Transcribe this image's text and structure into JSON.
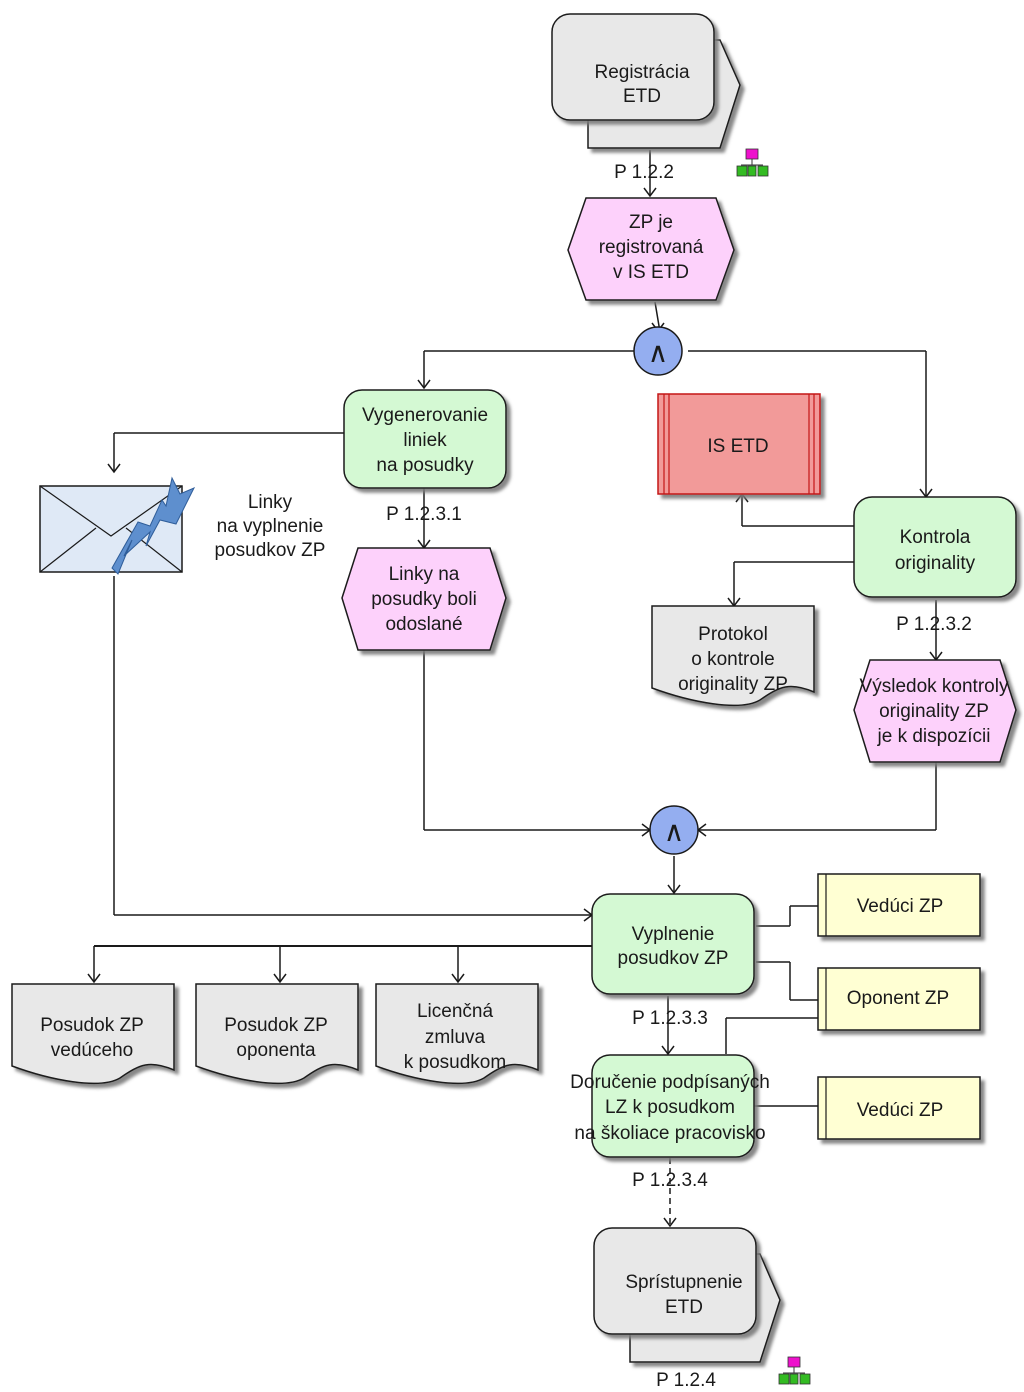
{
  "process_interfaces": {
    "registration": {
      "lines": [
        "Registrácia",
        "ETD"
      ],
      "code": "P 1.2.2"
    },
    "access": {
      "lines": [
        "Sprístupnenie",
        "ETD"
      ],
      "code": "P 1.2.4"
    }
  },
  "events": {
    "registered": [
      "ZP je",
      "registrovaná",
      "v IS ETD"
    ],
    "links_sent": [
      "Linky na",
      "posudky boli",
      "odoslané"
    ],
    "result_available": [
      "Výsledok kontroly",
      "originality ZP",
      "je k dispozícii"
    ]
  },
  "functions": {
    "generate_links": {
      "lines": [
        "Vygenerovanie",
        "liniek",
        "na posudky"
      ],
      "code": "P 1.2.3.1"
    },
    "originality_check": {
      "lines": [
        "Kontrola",
        "originality"
      ],
      "code": "P 1.2.3.2"
    },
    "fill_reviews": {
      "lines": [
        "Vyplnenie",
        "posudkov ZP"
      ],
      "code": "P 1.2.3.3"
    },
    "deliver_agreements": {
      "lines": [
        "Doručenie podpísaných",
        "LZ k posudkom",
        "na školiace pracovisko"
      ],
      "code": "P 1.2.3.4"
    }
  },
  "system": {
    "label": "IS ETD"
  },
  "documents": {
    "protocol": [
      "Protokol",
      "o kontrole",
      "originality ZP"
    ],
    "review_supervisor": [
      "Posudok ZP",
      "vedúceho"
    ],
    "review_opponent": [
      "Posudok ZP",
      "oponenta"
    ],
    "license_agreement": [
      "Licenčná",
      "zmluva",
      "k posudkom"
    ]
  },
  "message": {
    "lines": [
      "Linky",
      "na vyplnenie",
      "posudkov ZP"
    ]
  },
  "roles": {
    "supervisor_1": "Vedúci ZP",
    "opponent": "Oponent ZP",
    "supervisor_2": "Vedúci ZP"
  },
  "connectors": {
    "and_top": "∧",
    "and_bottom": "∧"
  },
  "colors": {
    "event_fill": "#fdd1fb",
    "function_fill": "#d4f9d3",
    "process_fill": "#e8e8e8",
    "system_fill": "#f29a99",
    "system_border": "#c41616",
    "role_fill": "#ffffd3",
    "connector_fill": "#94aef0",
    "envelope_fill": "#dfe9f6",
    "lightning_fill": "#5e8fce",
    "org_icon_top": "#ee11cc",
    "org_icon_bottom": "#33bb22"
  },
  "icons": {
    "org_icon": "hierarchy-icon",
    "message_icon": "envelope-lightning-icon"
  }
}
